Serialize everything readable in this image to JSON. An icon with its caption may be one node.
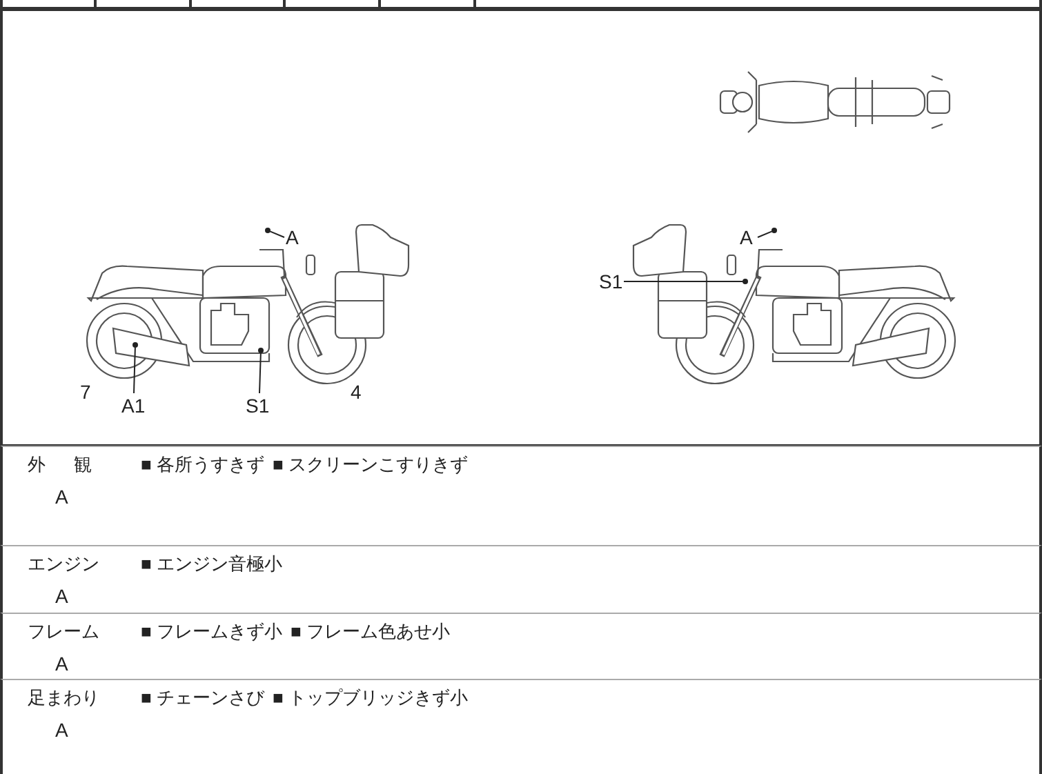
{
  "diagram": {
    "nodes": [
      {
        "text": [
          "A"
        ]
      },
      {
        "text": [
          "A1"
        ]
      },
      {
        "text": [
          "S1"
        ]
      },
      {
        "text": [
          "S1"
        ]
      },
      {
        "text": [
          "A"
        ]
      },
      {
        "text": [],
        "shape": "circle"
      },
      {
        "text": [],
        "shape": "circle"
      },
      {
        "text": [],
        "shape": "circle"
      },
      {
        "text": [],
        "shape": "circle"
      },
      {
        "text": [],
        "shape": "circle"
      }
    ],
    "edges": [
      {
        "from": 0,
        "to": 5,
        "arrow": "none"
      },
      {
        "from": 1,
        "to": 6,
        "arrow": "none"
      },
      {
        "from": 2,
        "to": 7,
        "arrow": "none"
      },
      {
        "from": 3,
        "to": 8,
        "arrow": "none"
      },
      {
        "from": 4,
        "to": 9,
        "arrow": "none"
      }
    ],
    "labels": [
      "7",
      "4",
      "外 観",
      "A",
      "■ 各所うすきず",
      "■ スクリーンこすりきず",
      "エンジン",
      "A",
      "■ エンジン音極小",
      "フレーム",
      "A",
      "■ フレームきず小",
      "■ フレーム色あせ小",
      "足まわり",
      "A",
      "■ チェーンさび",
      "■ トップブリッジきず小"
    ]
  }
}
